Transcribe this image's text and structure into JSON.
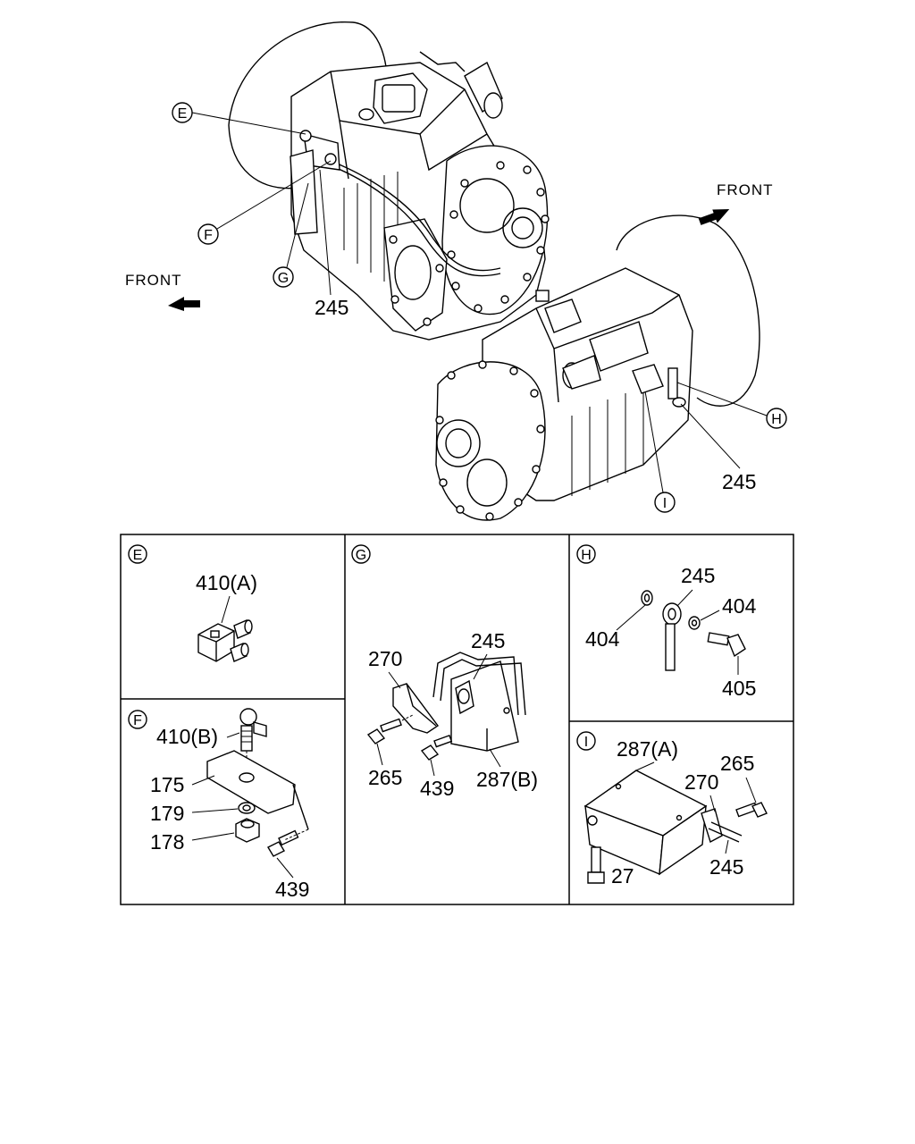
{
  "front_labels": {
    "left": "FRONT",
    "right": "FRONT"
  },
  "overview_callouts": {
    "e": "E",
    "f": "F",
    "g": "G",
    "h": "H",
    "i": "I"
  },
  "overview_part_numbers": {
    "left_245": "245",
    "right_245": "245"
  },
  "panels": {
    "e": {
      "letter": "E",
      "parts": {
        "p410a": "410(A)"
      }
    },
    "f": {
      "letter": "F",
      "parts": {
        "p410b": "410(B)",
        "p175": "175",
        "p179": "179",
        "p178": "178",
        "p439": "439"
      }
    },
    "g": {
      "letter": "G",
      "parts": {
        "p270": "270",
        "p245": "245",
        "p265": "265",
        "p439": "439",
        "p287b": "287(B)"
      }
    },
    "h": {
      "letter": "H",
      "parts": {
        "p245": "245",
        "p404a": "404",
        "p404b": "404",
        "p405": "405"
      }
    },
    "i": {
      "letter": "I",
      "parts": {
        "p287a": "287(A)",
        "p265": "265",
        "p270": "270",
        "p27": "27",
        "p245": "245"
      }
    }
  }
}
